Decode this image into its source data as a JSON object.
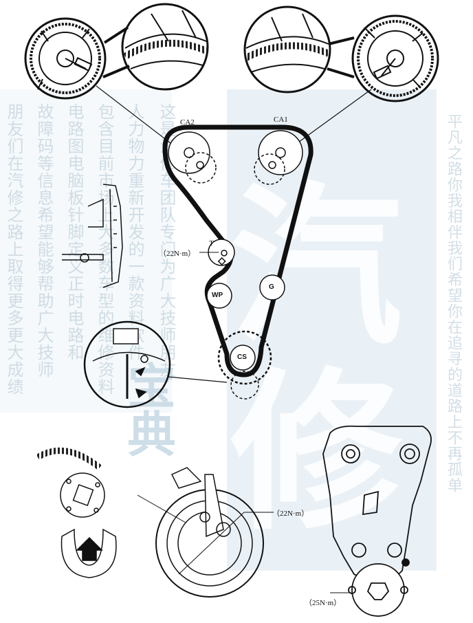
{
  "labels": {
    "ca2": "CA2",
    "ca1": "CA1",
    "tensioner": "T",
    "water_pump": "WP",
    "idler": "G",
    "crankshaft": "CS",
    "torque_tensioner": "（22N·m）",
    "torque_tensioner_detail": "（22N·m）",
    "torque_crank": "（25N·m）"
  },
  "watermark": {
    "left_column_1": "朋友们在汽修之路上取得更多更大成绩",
    "left_column_2": "故障码等信息希望能够帮助广大技师",
    "left_column_3": "电路图电脑板针脚定义正时电路和",
    "left_column_4": "包含目前市场上大多数车型的维修资料",
    "left_column_5": "人力物力重新开发的一款资料软件",
    "left_column_6": "这是汽修车团队专门为广大技师朋友",
    "right_column": "平凡之路你我相伴我们希望你在追寻的道路上不再孤单",
    "big_1": "汽",
    "big_2": "修",
    "big_3": "宝典"
  }
}
